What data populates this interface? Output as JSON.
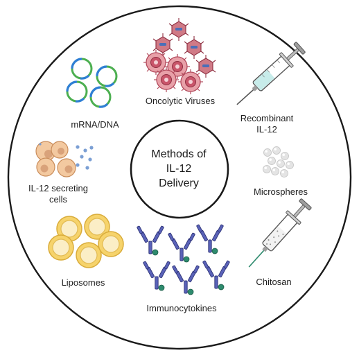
{
  "center": {
    "line1": "Methods of",
    "line2": "IL-12",
    "line3": "Delivery"
  },
  "methods": {
    "oncolytic_viruses": "Oncolytic Viruses",
    "mrna_dna": "mRNA/DNA",
    "recombinant_line1": "Recombinant",
    "recombinant_line2": "IL-12",
    "secreting_line1": "IL-12 secreting",
    "secreting_line2": "cells",
    "microspheres": "Microspheres",
    "liposomes": "Liposomes",
    "chitosan": "Chitosan",
    "immunocytokines": "Immunocytokines"
  },
  "colors": {
    "outline": "#1a1a1a",
    "virus_capsid": "#c9556a",
    "virus_envelope": "#e8a0a8",
    "plasmid_green": "#4caf50",
    "plasmid_blue": "#2f7fd6",
    "cell_body": "#f3c9a0",
    "liposome_fill": "#f6d36b",
    "antibody_purple": "#5a62b8",
    "cytokine_teal": "#2e8b6e",
    "syringe_fluid": "#c7ecea"
  },
  "icons": [
    "plasmid-icon",
    "oncolytic-virus-icon",
    "syringe-icon",
    "secreting-cell-icon",
    "microsphere-icon",
    "liposome-icon",
    "immunocytokine-icon",
    "chitosan-syringe-icon"
  ]
}
